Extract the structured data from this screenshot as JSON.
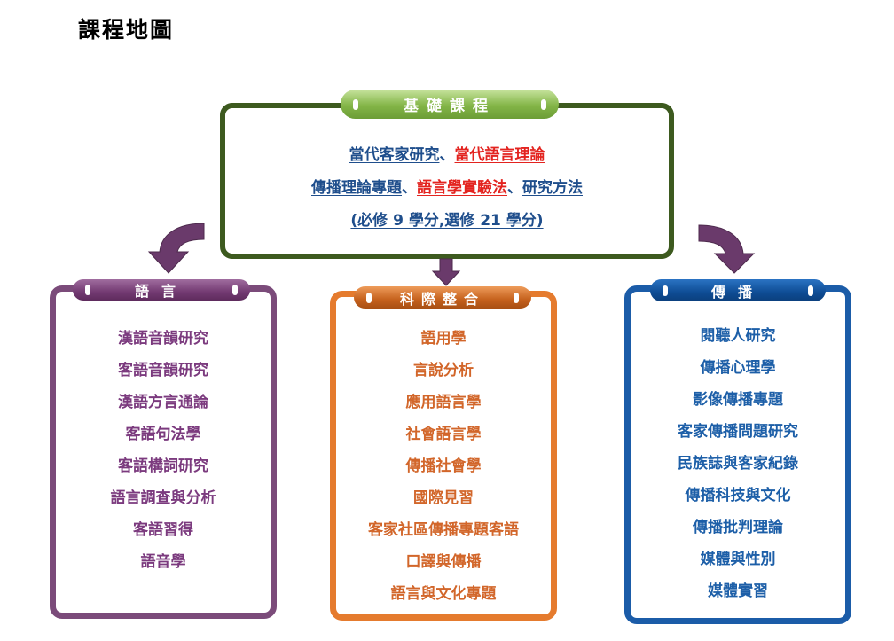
{
  "page_title": "課程地圖",
  "basic": {
    "header": "基礎課程",
    "line1": {
      "part1": "當代客家研究",
      "sep1": "、",
      "part2": "當代語言理論"
    },
    "line2": {
      "part1": "傳播理論專題",
      "sep1": "、",
      "part2": "語言學實驗法",
      "sep2": "、",
      "part3": "研究方法"
    },
    "line3": "(必修 9 學分,選修 21 學分)"
  },
  "language": {
    "header": "語言",
    "items": [
      "漢語音韻研究",
      "客語音韻研究",
      "漢語方言通論",
      "客語句法學",
      "客語構詞研究",
      "語言調查與分析",
      "客語習得",
      "語音學"
    ]
  },
  "interdisciplinary": {
    "header": "科際整合",
    "items": [
      "語用學",
      "言說分析",
      "應用語言學",
      "社會語言學",
      "傳播社會學",
      "國際見習",
      "客家社區傳播專題客語",
      "口譯與傳播",
      "語言與文化專題"
    ]
  },
  "communication": {
    "header": "傳播",
    "items": [
      "閱聽人研究",
      "傳播心理學",
      "影像傳播專題",
      "客家傳播問題研究",
      "民族誌與客家紀錄",
      "傳播科技與文化",
      "傳播批判理論",
      "媒體與性別",
      "媒體實習"
    ]
  },
  "colors": {
    "basic_border": "#3d5a1f",
    "basic_pill": "#83b547",
    "basic_text": "#1f4e8c",
    "highlight_red": "#e3231f",
    "language": "#7b4b7a",
    "interdisciplinary": "#e57b2e",
    "communication": "#1b5ca8",
    "arrow": "#6a3a6b"
  }
}
